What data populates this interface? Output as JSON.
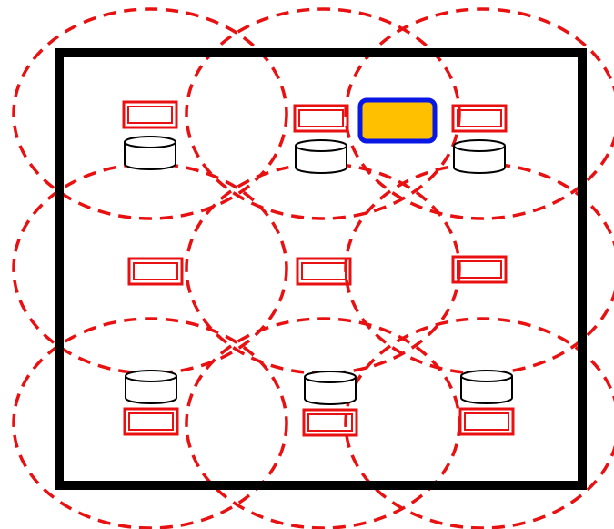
{
  "diagram": {
    "colors": {
      "background": "#ffffff",
      "boundary": "#000000",
      "coverage_circle": "#e81010",
      "access_point": "#e81010",
      "storage_unit_stroke": "#000000",
      "storage_unit_fill": "#ffffff",
      "highlight_fill": "#ffc000",
      "highlight_stroke": "#0a18e6"
    },
    "legend": [],
    "grid": {
      "rows": 3,
      "cols": 3
    },
    "cells": [
      {
        "row": 1,
        "col": 1,
        "has_storage": true,
        "storage_position": "below-node"
      },
      {
        "row": 1,
        "col": 2,
        "has_storage": true,
        "storage_position": "below-node"
      },
      {
        "row": 1,
        "col": 3,
        "has_storage": true,
        "storage_position": "below-node"
      },
      {
        "row": 2,
        "col": 1,
        "has_storage": false,
        "storage_position": ""
      },
      {
        "row": 2,
        "col": 2,
        "has_storage": false,
        "storage_position": ""
      },
      {
        "row": 2,
        "col": 3,
        "has_storage": false,
        "storage_position": ""
      },
      {
        "row": 3,
        "col": 1,
        "has_storage": true,
        "storage_position": "above-node"
      },
      {
        "row": 3,
        "col": 2,
        "has_storage": true,
        "storage_position": "above-node"
      },
      {
        "row": 3,
        "col": 3,
        "has_storage": true,
        "storage_position": "above-node"
      }
    ],
    "highlight": {
      "between_cells": [
        [
          1,
          2
        ],
        [
          1,
          3
        ]
      ],
      "shape": "rounded-rectangle",
      "icon": "highlight-block-icon"
    },
    "icons": {
      "node": "double-rectangle-icon",
      "storage": "cylinder-icon",
      "coverage": "dashed-ellipse-icon"
    }
  }
}
